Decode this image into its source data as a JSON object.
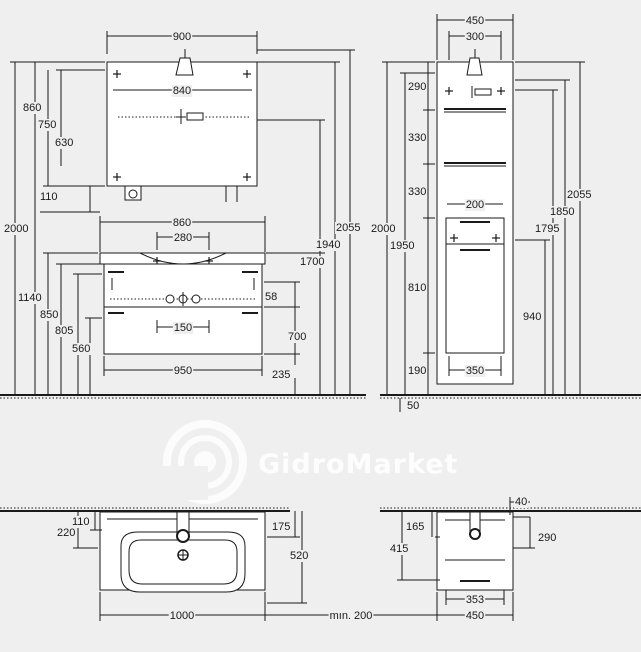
{
  "watermark": {
    "text": "GidroMarket"
  },
  "front_view": {
    "top": {
      "mirror_width": "900",
      "mirror_inner": "840",
      "washbasin_width": "860",
      "basin_bowl": "280",
      "cabinet_width": "950",
      "drawer_inner": "150"
    },
    "left": {
      "mirror_height": "860",
      "mirror_mid": "750",
      "mirror_light": "630",
      "gap": "110",
      "top_height": "2000",
      "basin_height": "1140",
      "counter_height": "850",
      "drawer_height": "805",
      "cabinet_bottom": "560"
    },
    "right": {
      "drawer_gap": "58",
      "cabinet_height": "700",
      "plinth": "235",
      "h1700": "1700",
      "h1940": "1940",
      "h2055": "2055"
    }
  },
  "side_view": {
    "top": {
      "width": "450",
      "inner": "300"
    },
    "shelves": {
      "s290": "290",
      "s330a": "330",
      "s330b": "330",
      "s810": "810",
      "s190": "190"
    },
    "left": {
      "h2000": "2000",
      "h1950": "1950"
    },
    "right": {
      "h940": "940",
      "h1795": "1795",
      "h1850": "1850",
      "h2055": "2055"
    },
    "bottom": {
      "drawer_width": "200",
      "base_width": "350",
      "wall_gap": "50"
    }
  },
  "plan_left": {
    "depth_110": "110",
    "depth_220": "220",
    "depth_175": "175",
    "depth_520": "520",
    "width_1000": "1000",
    "min_gap": "mın. 200"
  },
  "plan_right": {
    "d40": "40",
    "d165": "165",
    "d290": "290",
    "d415": "415",
    "w353": "353",
    "w450": "450"
  }
}
